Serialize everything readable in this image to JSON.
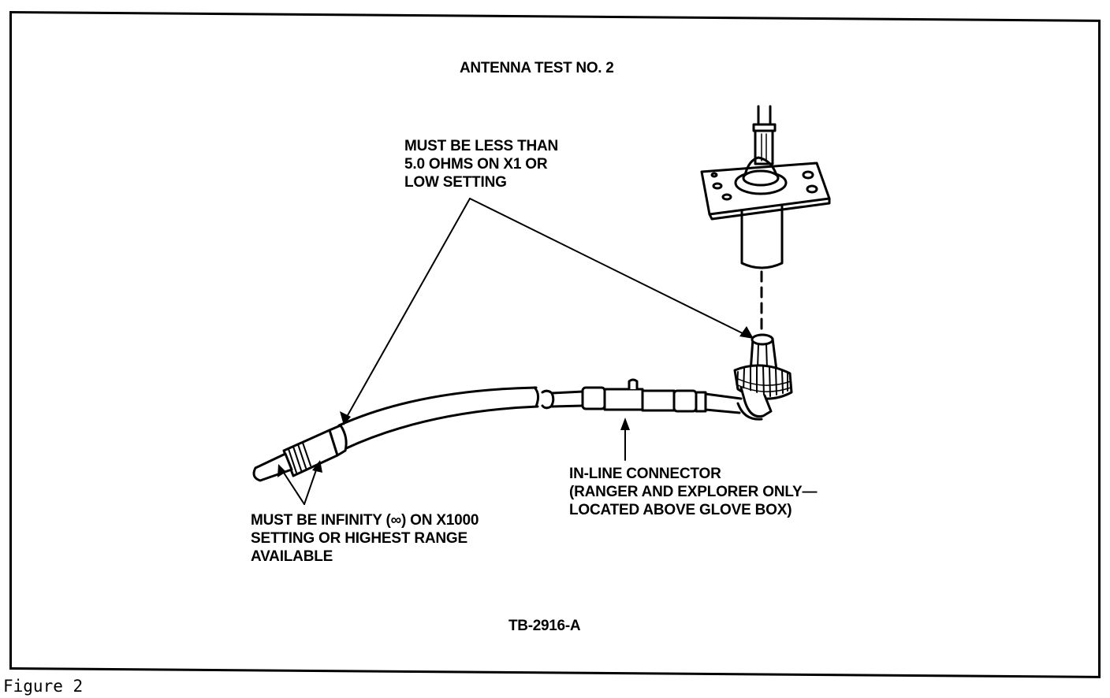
{
  "title": "ANTENNA TEST NO. 2",
  "callouts": {
    "resistance_low": [
      "MUST BE LESS THAN",
      "5.0 OHMS ON X1 OR",
      "LOW SETTING"
    ],
    "resistance_high": [
      "MUST BE INFINITY (∞) ON X1000",
      "SETTING OR HIGHEST RANGE",
      "AVAILABLE"
    ],
    "inline_connector": [
      "IN-LINE CONNECTOR",
      "(RANGER AND EXPLORER ONLY—",
      "LOCATED ABOVE GLOVE BOX)"
    ]
  },
  "figure_code": "TB-2916-A",
  "caption": "Figure 2"
}
